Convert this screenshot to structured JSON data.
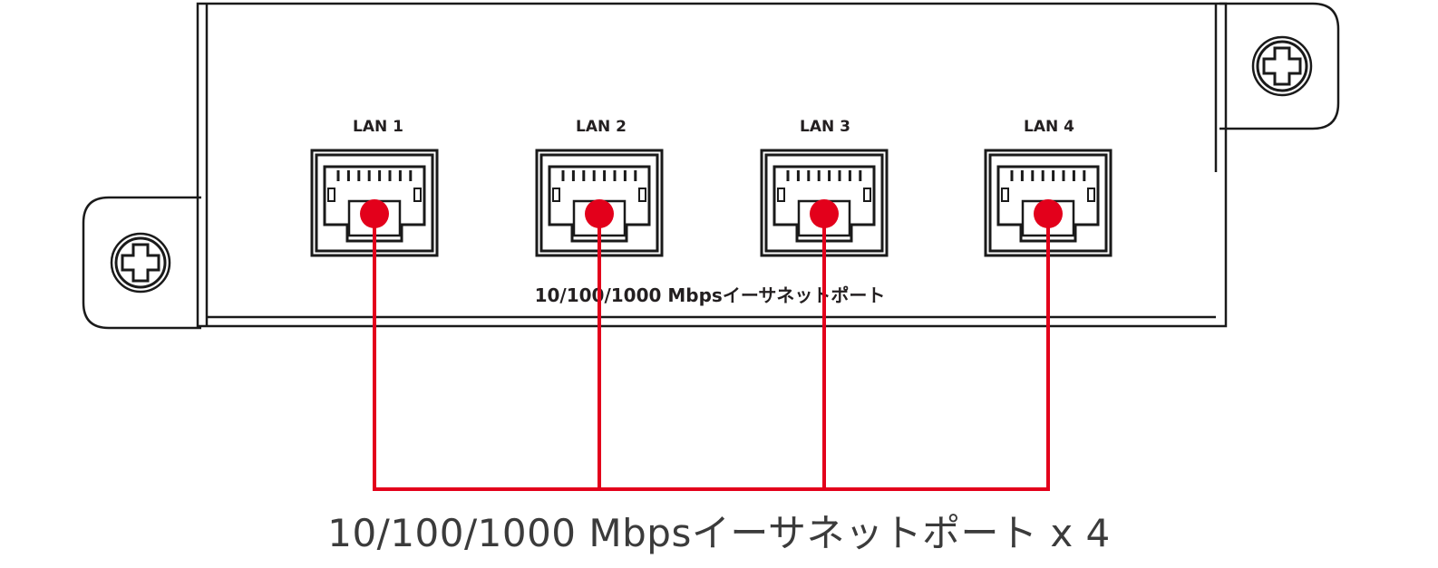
{
  "panel": {
    "ports": [
      {
        "label": "LAN 1"
      },
      {
        "label": "LAN 2"
      },
      {
        "label": "LAN 3"
      },
      {
        "label": "LAN 4"
      }
    ],
    "port_type_label": "10/100/1000 Mbpsイーサネットポート"
  },
  "callout": {
    "text": "10/100/1000 Mbpsイーサネットポート x 4"
  },
  "colors": {
    "outline": "#1a1a1a",
    "highlight": "#e3001b",
    "callout_text": "#3b3b3b"
  },
  "icons": [
    "phillips-screw-icon",
    "rj45-port-icon"
  ]
}
